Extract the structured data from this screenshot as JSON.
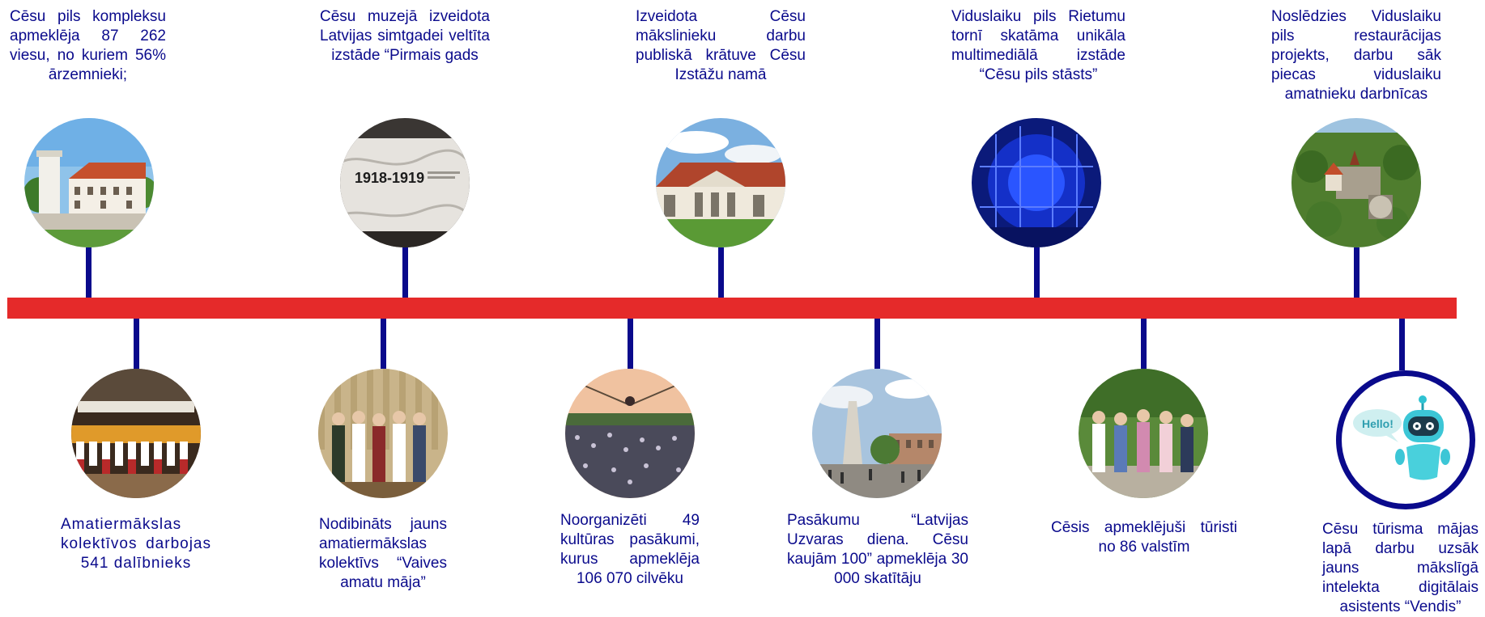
{
  "timeline": {
    "colors": {
      "bar": "#e52a2a",
      "stem": "#0a0a8c",
      "text": "#0a0a8c"
    },
    "above": [
      {
        "text": "Cēsu pils kompleksu apmeklēja 87 262 viesu, no kuriem 56% ārzemnieki;",
        "image": "castle-white-tower-photo"
      },
      {
        "text": "Cēsu muzejā izveidota Latvijas simtgadei veltīta izstāde “Pirmais gads",
        "image": "exhibition-1918-1919-photo"
      },
      {
        "text": "Izveidota Cēsu mākslinieku darbu publiskā krātuve Cēsu Izstāžu namā",
        "image": "exhibition-hall-building-photo"
      },
      {
        "text": "Viduslaiku pils Rietumu tornī skatāma unikāla multimediālā izstāde “Cēsu pils stāsts”",
        "image": "tower-blue-multimedia-photo"
      },
      {
        "text": "Noslēdzies Viduslaiku pils restaurācijas projekts, darbu sāk piecas viduslaiku amatnieku darbnīcas",
        "image": "castle-aerial-photo"
      }
    ],
    "below": [
      {
        "text": "Amatiermākslas kolektīvos darbojas 541 dalībnieks",
        "image": "choir-on-stage-photo"
      },
      {
        "text": "Nodibināts jauns amatiermākslas kolektīvs “Vaives amatu māja”",
        "image": "folk-group-photo"
      },
      {
        "text": "Noorganizēti 49 kultūras pasākumi, kurus apmeklēja 106 070 cilvēku",
        "image": "concert-crowd-photo"
      },
      {
        "text": "Pasākumu “Latvijas Uzvaras diena. Cēsu kaujām 100” apmeklēja 30 000 skatītāju",
        "image": "victory-monument-photo"
      },
      {
        "text": "Cēsis apmeklējuši tūristi no 86 valstīm",
        "image": "tourists-group-photo"
      },
      {
        "text": "Cēsu tūrisma mājas lapā darbu uzsāk jauns mākslīgā intelekta digitālais asistents “Vendis”",
        "image": "robot-assistant-icon",
        "bubble": "Hello!"
      }
    ]
  }
}
